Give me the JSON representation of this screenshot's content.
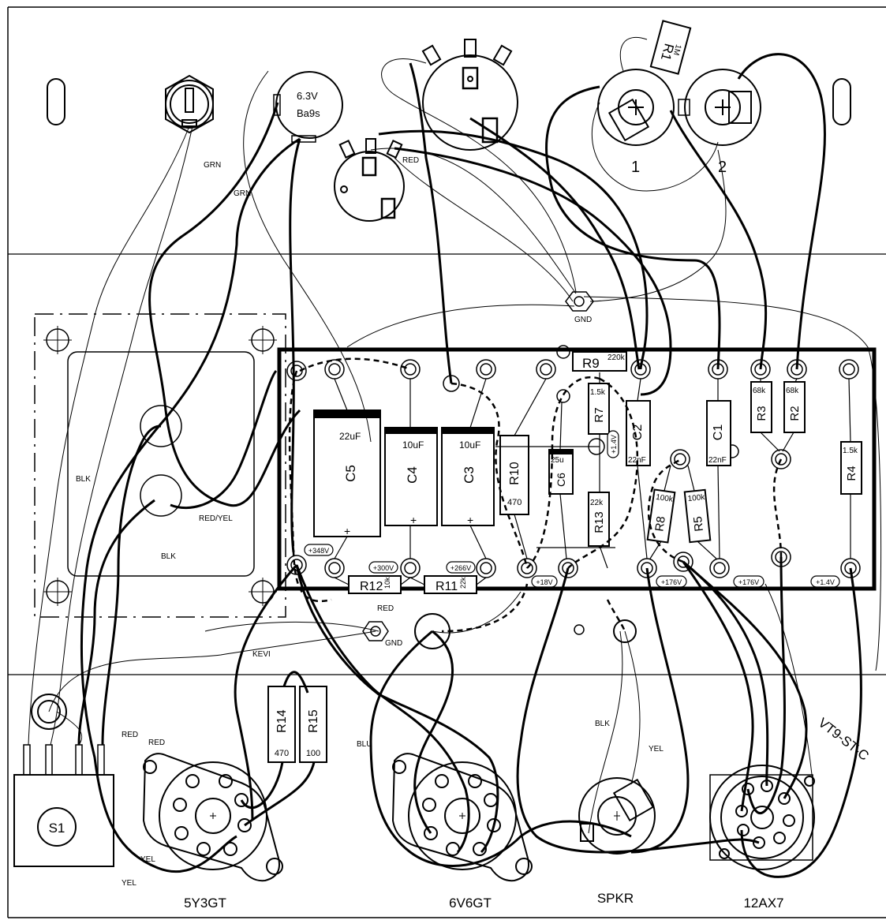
{
  "diagram": {
    "pot_labels": {
      "pot1": "1",
      "pot2": "2"
    },
    "resistors": [
      {
        "id": "r1",
        "ref": "R1",
        "value": "1M"
      },
      {
        "id": "r2",
        "ref": "R2",
        "value": "68k"
      },
      {
        "id": "r3",
        "ref": "R3",
        "value": "68k"
      },
      {
        "id": "r4",
        "ref": "R4",
        "value": "1.5k"
      },
      {
        "id": "r5",
        "ref": "R5",
        "value": "100k"
      },
      {
        "id": "r7",
        "ref": "R7",
        "value": "1.5k"
      },
      {
        "id": "r8",
        "ref": "R8",
        "value": "100k"
      },
      {
        "id": "r9",
        "ref": "R9",
        "value": "220k"
      },
      {
        "id": "r10",
        "ref": "R10",
        "value": "470"
      },
      {
        "id": "r11",
        "ref": "R11",
        "value": "22k"
      },
      {
        "id": "r12",
        "ref": "R12",
        "value": "10k"
      },
      {
        "id": "r13",
        "ref": "R13",
        "value": "22k"
      },
      {
        "id": "r14",
        "ref": "R14",
        "value": "470"
      },
      {
        "id": "r15",
        "ref": "R15",
        "value": "100"
      }
    ],
    "capacitors": [
      {
        "id": "c1",
        "ref": "C1",
        "value": "22nF"
      },
      {
        "id": "c2",
        "ref": "C2",
        "value": "22nF"
      },
      {
        "id": "c3",
        "ref": "C3",
        "value": "10uF"
      },
      {
        "id": "c4",
        "ref": "C4",
        "value": "10uF"
      },
      {
        "id": "c5",
        "ref": "C5",
        "value": "22uF"
      },
      {
        "id": "c6",
        "ref": "C6",
        "value": "25u"
      }
    ],
    "plus_sign": "+",
    "voltages": {
      "v348": "+348V",
      "v300": "+300V",
      "v266": "+266V",
      "v18": "+18V",
      "v176a": "+176V",
      "v176b": "+176V",
      "v14a": "+1.4V",
      "v14b": "+1.4V"
    },
    "pilot_lamp": {
      "voltage": "6.3V",
      "bulb": "Ba9s"
    },
    "wire_labels": {
      "grn1": "GRN",
      "grn2": "GRN",
      "red_pot": "RED",
      "gnd_top": "GND",
      "gnd_mid": "GND",
      "blk1": "BLK",
      "red_yel": "RED/YEL",
      "blk2": "BLK",
      "red_mid": "RED",
      "kevi": "KEVI",
      "red_s1a": "RED",
      "red_s1b": "RED",
      "blu": "BLU",
      "yel1": "YEL",
      "yel2": "YEL",
      "blk_spkr": "BLK",
      "yel_spkr": "YEL"
    },
    "switch_label": "S1",
    "tubes": {
      "t5y3": "5Y3GT",
      "t6v6": "6V6GT",
      "spkr": "SPKR",
      "t12ax7": "12AX7"
    },
    "board_id": "VT9-ST-C"
  }
}
